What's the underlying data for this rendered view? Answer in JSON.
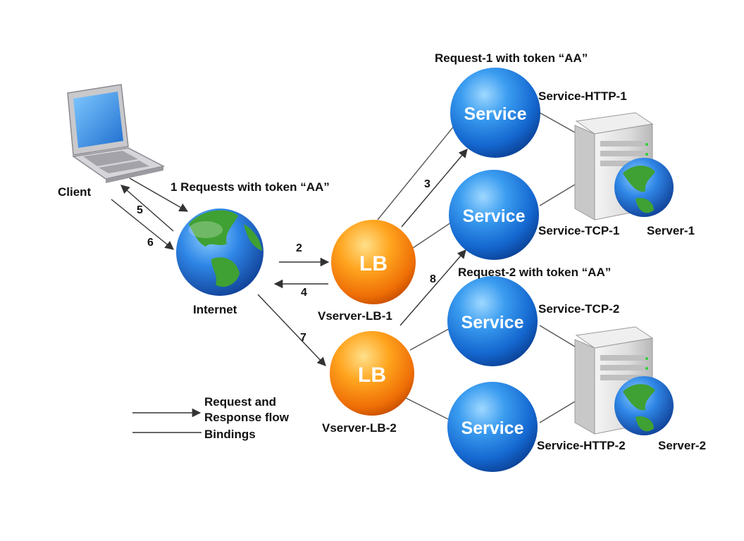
{
  "diagram": {
    "client_label": "Client",
    "internet_label": "Internet",
    "flows": {
      "step1": "1 Requests with token “AA”",
      "step2": "2",
      "step3": "3",
      "step4": "4",
      "step5": "5",
      "step6": "6",
      "step7": "7",
      "step8": "8"
    },
    "vservers": [
      {
        "name": "Vserver-LB-1",
        "badge": "LB"
      },
      {
        "name": "Vserver-LB-2",
        "badge": "LB"
      }
    ],
    "services": [
      {
        "badge": "Service",
        "name": "Service-HTTP-1"
      },
      {
        "badge": "Service",
        "name": "Service-TCP-1"
      },
      {
        "badge": "Service",
        "name": "Service-TCP-2"
      },
      {
        "badge": "Service",
        "name": "Service-HTTP-2"
      }
    ],
    "servers": [
      {
        "name": "Server-1"
      },
      {
        "name": "Server-2"
      }
    ],
    "request1": "Request-1 with token “AA”",
    "request2": "Request-2 with token “AA”",
    "legend": {
      "flow_line1": "Request and",
      "flow_line2": "Response flow",
      "bindings": "Bindings"
    },
    "colors": {
      "service_blue": "#1f74d6",
      "lb_orange": "#f07a0c",
      "globe_ocean": "#1b5fc4",
      "globe_land": "#3fa033",
      "line": "#555555"
    }
  }
}
